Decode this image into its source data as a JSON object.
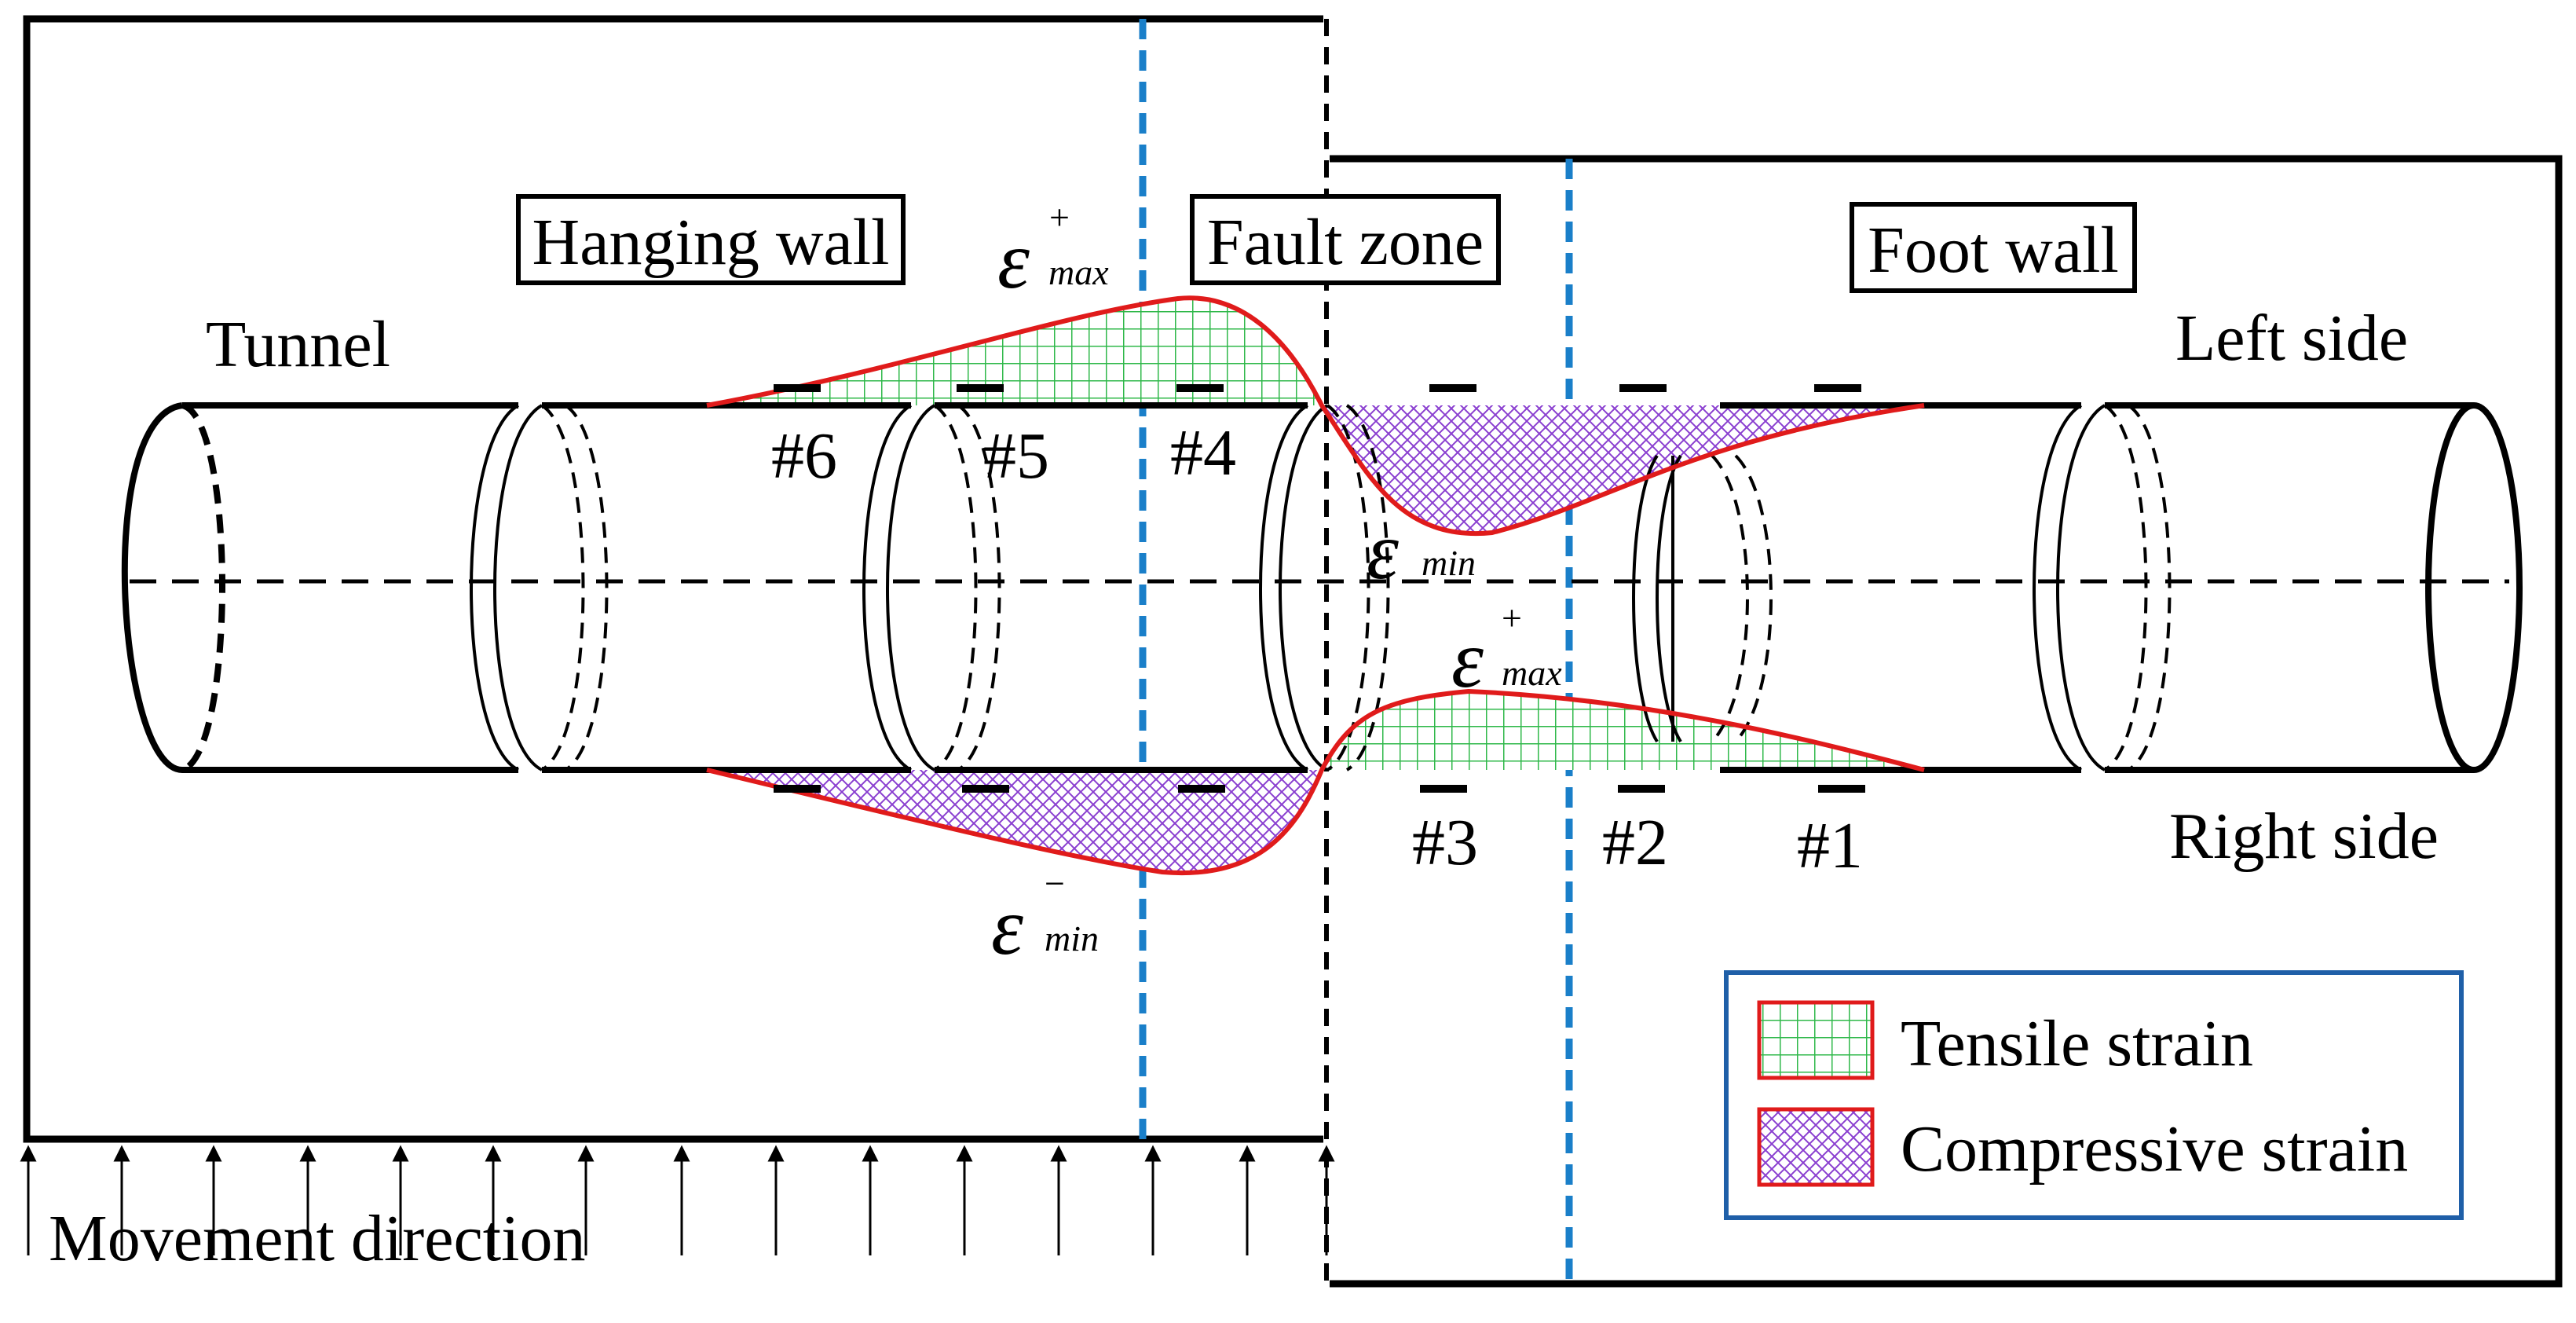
{
  "regions": {
    "hanging_wall": "Hanging wall",
    "fault_zone": "Fault zone",
    "foot_wall": "Foot wall"
  },
  "labels": {
    "tunnel": "Tunnel",
    "left_side": "Left side",
    "right_side": "Right side",
    "movement_direction": "Movement direction"
  },
  "strain_labels": {
    "symbol": "ε",
    "max_sub": "max",
    "min_sub": "min",
    "plus": "+",
    "minus": "−"
  },
  "gauges": [
    "#6",
    "#5",
    "#4",
    "#3",
    "#2",
    "#1"
  ],
  "legend": {
    "tensile": "Tensile strain",
    "compressive": "Compressive strain"
  },
  "colors": {
    "tensile_fill": "#2fb84a",
    "compressive_fill": "#8a3fd0",
    "strain_curve": "#e01b1b",
    "fault_boundary": "#1a7fc9",
    "legend_border": "#1f5fa8"
  }
}
